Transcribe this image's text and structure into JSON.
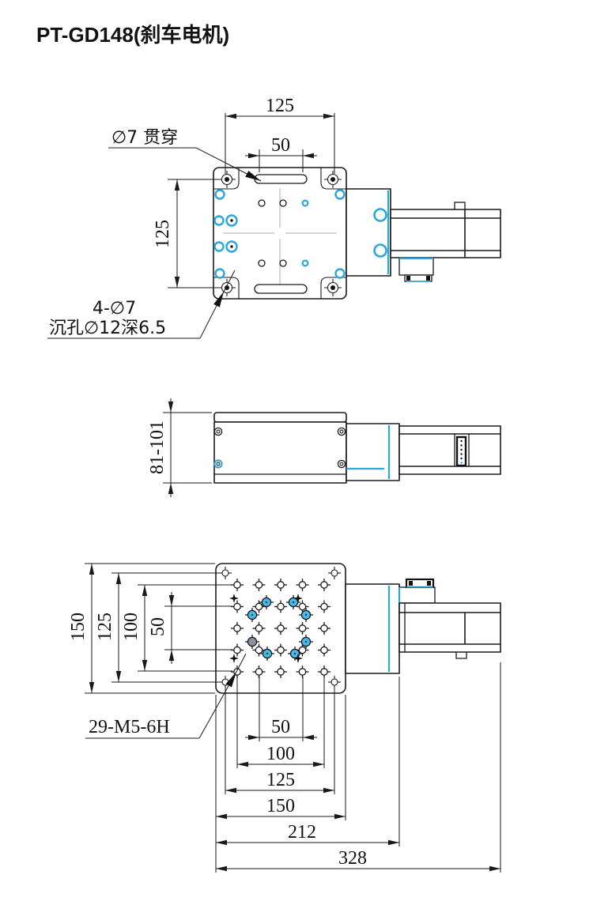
{
  "title": "PT-GD148(刹车电机)",
  "top_view": {
    "dim_width": "125",
    "dim_slot": "50",
    "dim_height": "125",
    "callout_through": "∅7 贯穿",
    "callout_cb1": "4-∅7",
    "callout_cb2": "沉孔∅12深6.5"
  },
  "side_view": {
    "dim_height": "81-101"
  },
  "bottom_view": {
    "dim_v150": "150",
    "dim_v125": "125",
    "dim_v100": "100",
    "dim_v50": "50",
    "dim_h50": "50",
    "dim_h100": "100",
    "dim_h125": "125",
    "dim_h150": "150",
    "dim_h212": "212",
    "dim_h328": "328",
    "callout_thread": "29-M5-6H"
  },
  "colors": {
    "accent_blue": "#2ba7de",
    "line": "#1a1a1a",
    "centerline": "#ababab",
    "hole_fill_blue": "#49b9e9"
  }
}
